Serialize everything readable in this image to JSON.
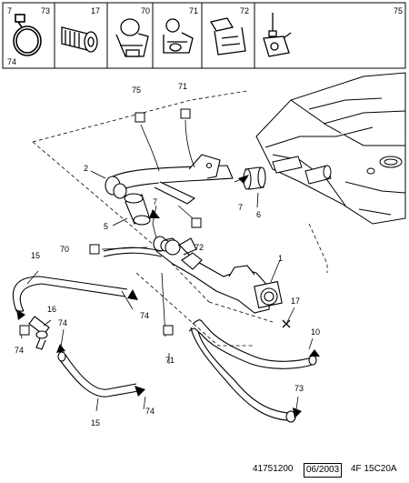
{
  "legend": [
    {
      "num": "7",
      "sub": "73",
      "icon": "hose-clamp-icon"
    },
    {
      "num": "17",
      "icon": "screw-icon"
    },
    {
      "num": "70",
      "icon": "clip-70-icon"
    },
    {
      "num": "71",
      "icon": "clip-71-icon"
    },
    {
      "num": "72",
      "icon": "clip-72-icon"
    },
    {
      "num": "75",
      "icon": "clip-75-icon"
    }
  ],
  "legend_extra": "74",
  "callouts": [
    {
      "id": "c75",
      "label": "75"
    },
    {
      "id": "c71a",
      "label": "71"
    },
    {
      "id": "c2",
      "label": "2"
    },
    {
      "id": "c7a",
      "label": "7"
    },
    {
      "id": "c6",
      "label": "6"
    },
    {
      "id": "c7b",
      "label": "7"
    },
    {
      "id": "c5",
      "label": "5"
    },
    {
      "id": "c72",
      "label": "72"
    },
    {
      "id": "c70",
      "label": "70"
    },
    {
      "id": "c1",
      "label": "1"
    },
    {
      "id": "c15a",
      "label": "15"
    },
    {
      "id": "c17",
      "label": "17"
    },
    {
      "id": "c16",
      "label": "16"
    },
    {
      "id": "c74a",
      "label": "74"
    },
    {
      "id": "c74b",
      "label": "74"
    },
    {
      "id": "c74c",
      "label": "74"
    },
    {
      "id": "c10",
      "label": "10"
    },
    {
      "id": "c71b",
      "label": "71"
    },
    {
      "id": "c73",
      "label": "73"
    },
    {
      "id": "c74d",
      "label": "74"
    },
    {
      "id": "c15b",
      "label": "15"
    }
  ],
  "footer": {
    "ref1": "41751200",
    "date": "06/2003",
    "ref2": "4F 15C20A"
  }
}
